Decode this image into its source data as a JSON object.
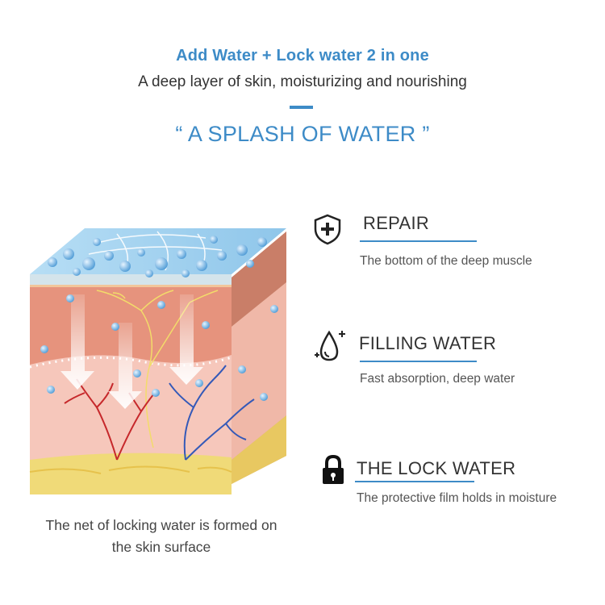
{
  "header": {
    "title": "Add Water + Lock water 2 in one",
    "subtitle": "A deep layer of skin, moisturizing and nourishing",
    "slogan": "“ A SPLASH OF WATER ”"
  },
  "features": [
    {
      "icon": "shield-plus-icon",
      "title": "REPAIR",
      "description": "The bottom of the deep muscle"
    },
    {
      "icon": "water-drop-icon",
      "title": "FILLING WATER",
      "description": "Fast absorption, deep water"
    },
    {
      "icon": "padlock-icon",
      "title": "THE LOCK WATER",
      "description": "The protective film holds in moisture"
    }
  ],
  "illustration": {
    "icon": "skin-cross-section-illustration",
    "caption_line1": "The net of locking water is formed on",
    "caption_line2": "the skin surface"
  },
  "colors": {
    "accent": "#3d8bc7",
    "water_top": "#a8d4f0",
    "epidermis": "#e6937d",
    "dermis": "#f6c7bb",
    "fat": "#f0da78"
  }
}
